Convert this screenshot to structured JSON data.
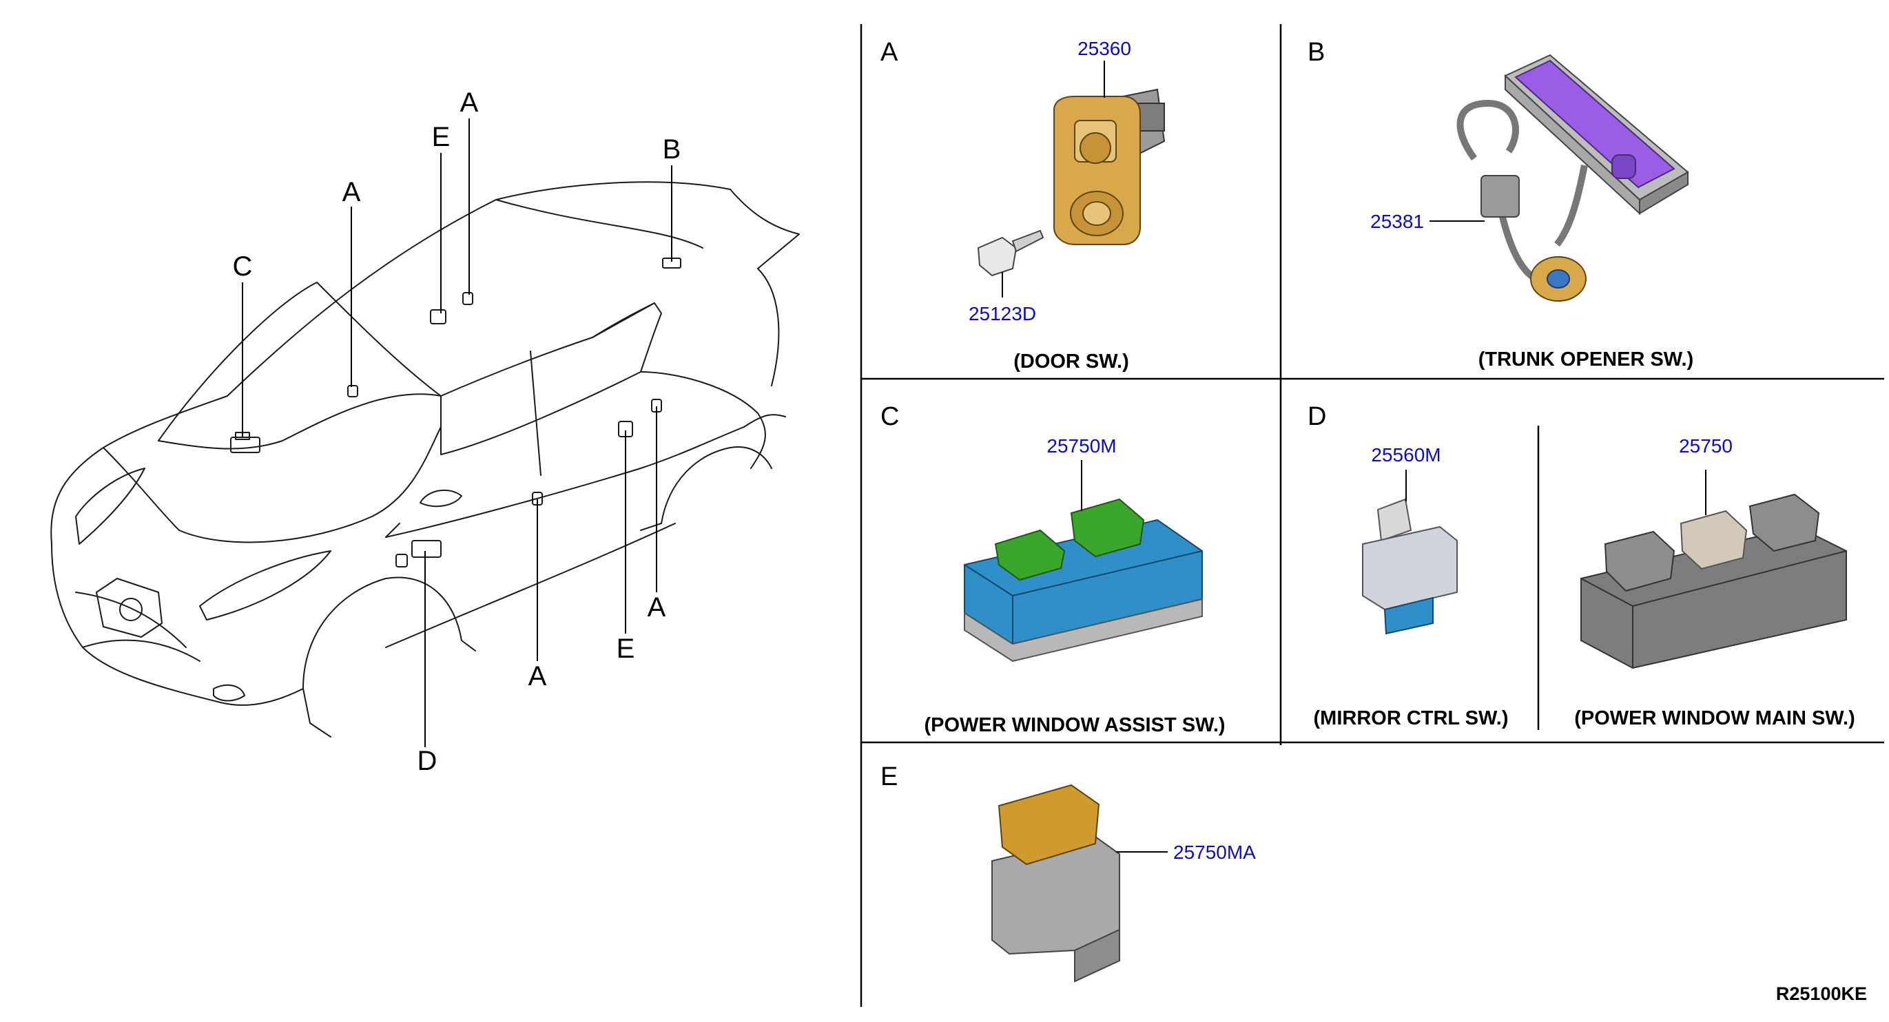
{
  "overview": {
    "callouts": {
      "a_roof": "A",
      "e_roof": "E",
      "a_front": "A",
      "b": "B",
      "c": "C",
      "d": "D",
      "a_door_front": "A",
      "e_door_rear": "E",
      "a_door_rear": "A"
    }
  },
  "panels": {
    "a": {
      "letter": "A",
      "parts": [
        "25360",
        "25123D"
      ],
      "caption": "(DOOR SW.)"
    },
    "b": {
      "letter": "B",
      "parts": [
        "25381"
      ],
      "caption": "(TRUNK OPENER SW.)"
    },
    "c": {
      "letter": "C",
      "parts": [
        "25750M"
      ],
      "caption": "(POWER WINDOW ASSIST SW.)"
    },
    "d": {
      "letter": "D",
      "mirror": {
        "part": "25560M",
        "caption": "(MIRROR CTRL SW.)"
      },
      "main": {
        "part": "25750",
        "caption": "(POWER WINDOW MAIN SW.)"
      }
    },
    "e": {
      "letter": "E",
      "parts": [
        "25750MA"
      ]
    }
  },
  "diagram_code": "R25100KE",
  "colors": {
    "part_number": "#0a0acd",
    "door_switch": "#d9a84a",
    "trunk_switch": "#9b5de5",
    "assist_green": "#3aa62c",
    "assist_blue": "#2f8fc8",
    "gray_housing": "#7d7d7d",
    "e_cap": "#d19a2e"
  }
}
